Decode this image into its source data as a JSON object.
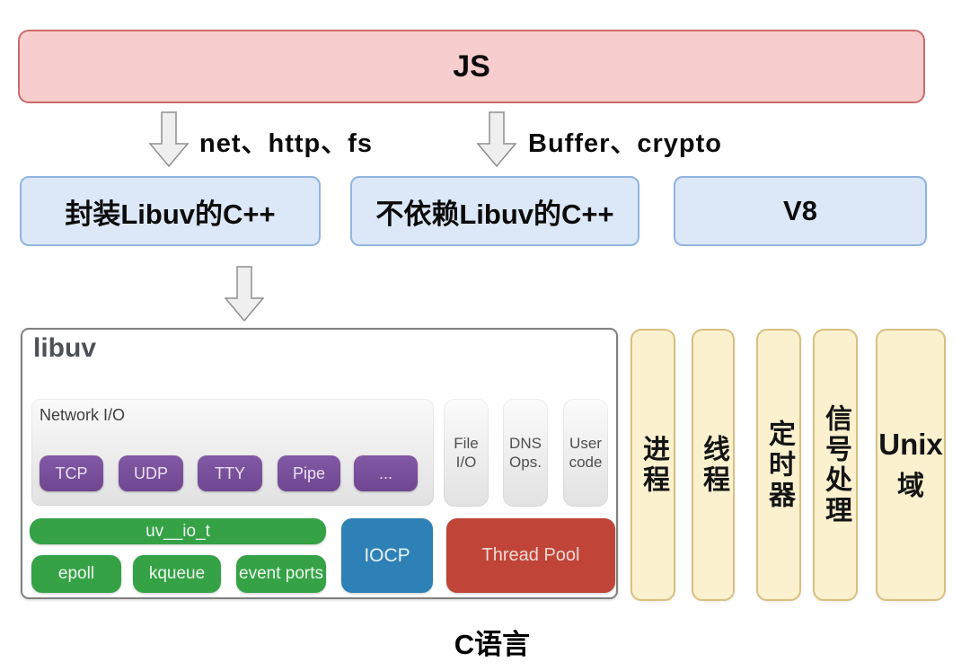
{
  "diagram": {
    "js_box": "JS",
    "edge_labels": [
      "net、http、fs",
      "Buffer、crypto"
    ],
    "middle_boxes": [
      "封装Libuv的C++",
      "不依赖Libuv的C++",
      "V8"
    ],
    "libuv": {
      "title": "libuv",
      "network_panel": {
        "label": "Network I/O",
        "items": [
          "TCP",
          "UDP",
          "TTY",
          "Pipe",
          "..."
        ]
      },
      "side_boxes": [
        {
          "l1": "File",
          "l2": "I/O"
        },
        {
          "l1": "DNS",
          "l2": "Ops."
        },
        {
          "l1": "User",
          "l2": "code"
        }
      ],
      "uv_io_bar": "uv__io_t",
      "poll_items": [
        "epoll",
        "kqueue",
        "event ports"
      ],
      "iocp": "IOCP",
      "thread_pool": "Thread Pool"
    },
    "right_columns": [
      "进程",
      "线程",
      "定时器",
      "信号处理"
    ],
    "unix_column": {
      "l1": "Unix",
      "l2": "域"
    },
    "bottom_label": "C语言",
    "colors": {
      "js_fill": "#f8cdcd",
      "js_border": "#c96b6b",
      "blue_fill": "#dce8f8",
      "blue_border": "#90b4e0",
      "purple": "#7d53a0",
      "green": "#35a246",
      "iocp_blue": "#2e81b6",
      "thread_red": "#c04538",
      "column_fill": "#fbf1cf",
      "column_border": "#d9bf80"
    }
  }
}
